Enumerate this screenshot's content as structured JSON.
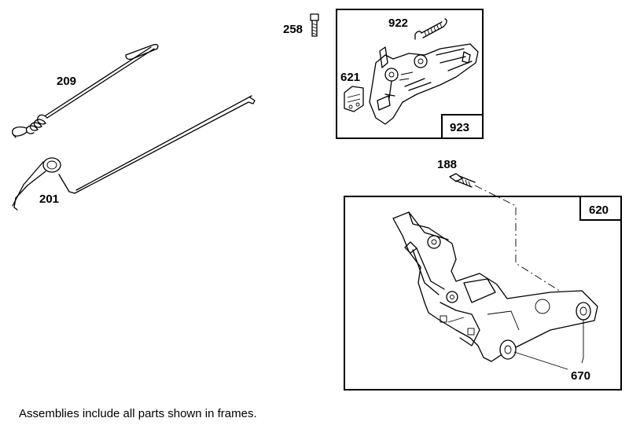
{
  "parts": [
    {
      "number": "209"
    },
    {
      "number": "201"
    },
    {
      "number": "258"
    },
    {
      "number": "922"
    },
    {
      "number": "621"
    },
    {
      "number": "923"
    },
    {
      "number": "188"
    },
    {
      "number": "620"
    },
    {
      "number": "670"
    }
  ],
  "note": "Assemblies include all parts shown in frames."
}
